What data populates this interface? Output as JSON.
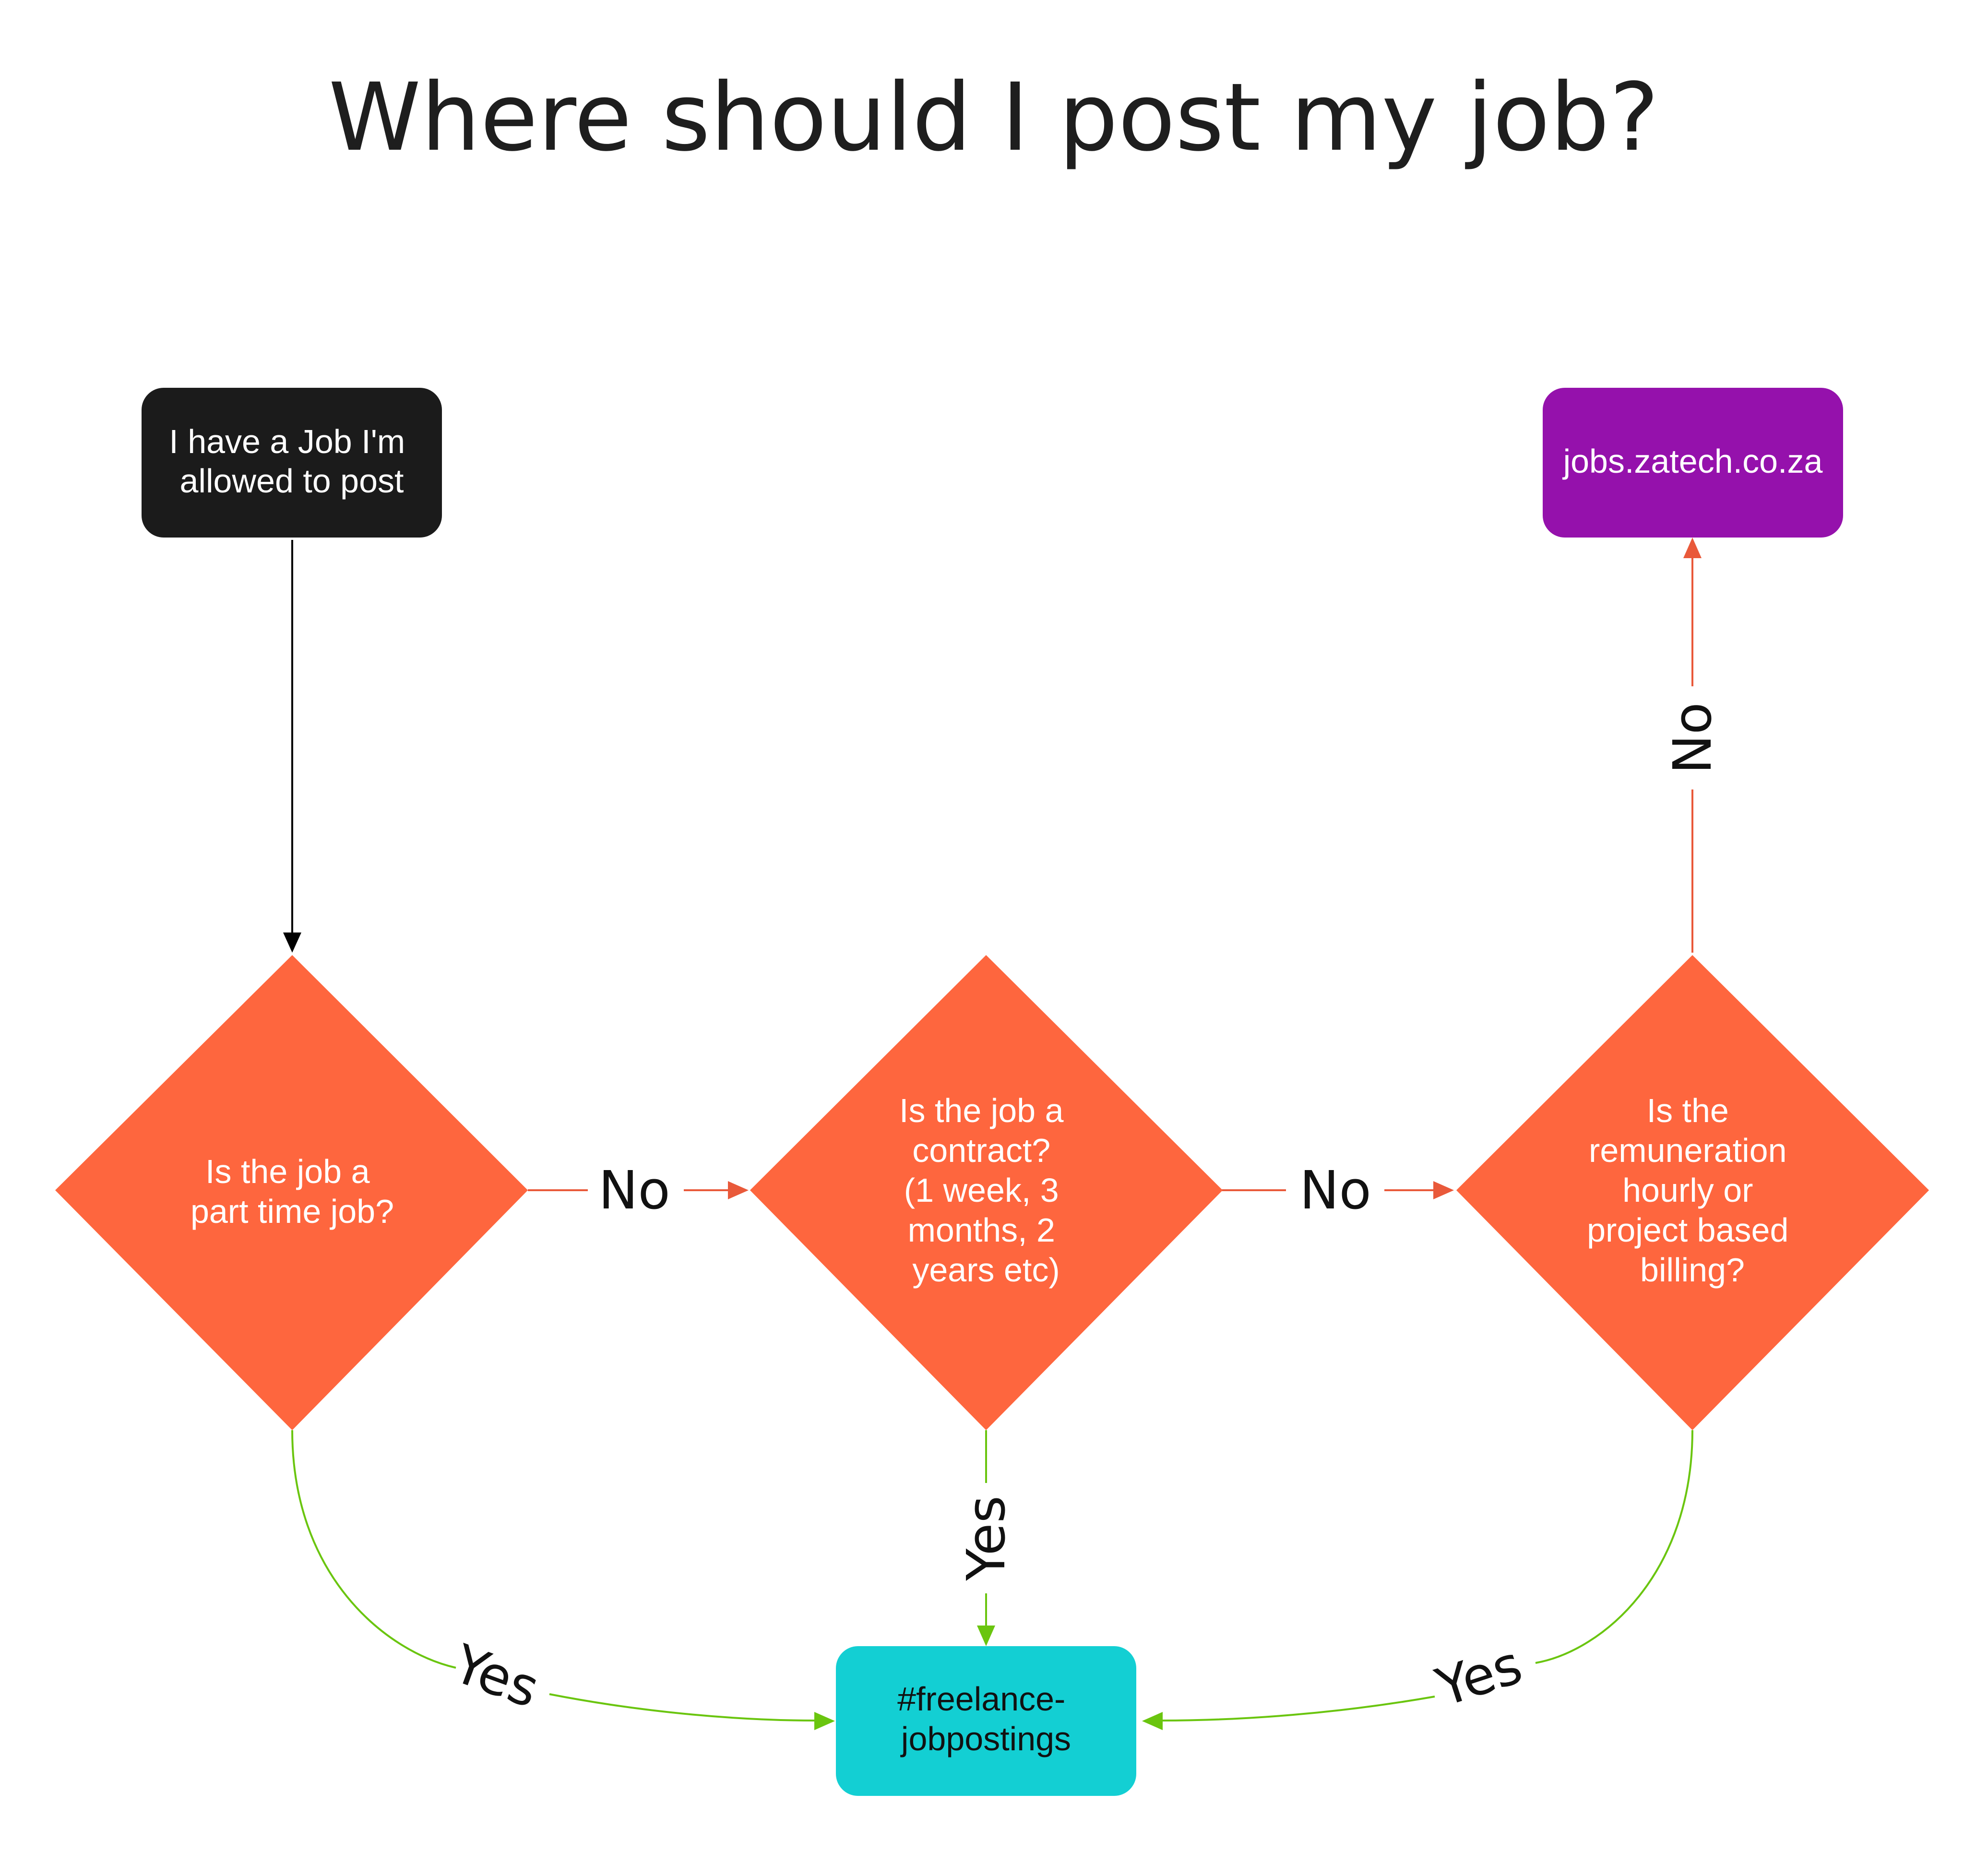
{
  "title": "Where should I post my job?",
  "colors": {
    "start": "#1b1b1b",
    "decision": "#fe663e",
    "freelance": "#13cfd3",
    "zatech": "#9511ac",
    "no_edge": "#e9593a",
    "yes_edge": "#6ac50f",
    "start_edge": "#000000"
  },
  "nodes": {
    "start": {
      "lines": [
        "I have a Job I'm",
        "allowed to post"
      ]
    },
    "q1": {
      "lines": [
        "Is the job a",
        "part time job?"
      ]
    },
    "q2": {
      "lines": [
        "Is the job a",
        "contract?",
        "(1 week, 3",
        "months, 2",
        "years etc)"
      ]
    },
    "q3": {
      "lines": [
        "Is the",
        "remuneration",
        "hourly or",
        "project based",
        "billing?"
      ]
    },
    "zatech": {
      "lines": [
        "jobs.zatech.co.za"
      ]
    },
    "freelance": {
      "lines": [
        "#freelance-",
        "jobpostings"
      ]
    }
  },
  "edges": {
    "q1_no": "No",
    "q2_no": "No",
    "q3_no": "No",
    "q1_yes": "Yes",
    "q2_yes": "Yes",
    "q3_yes": "Yes"
  }
}
